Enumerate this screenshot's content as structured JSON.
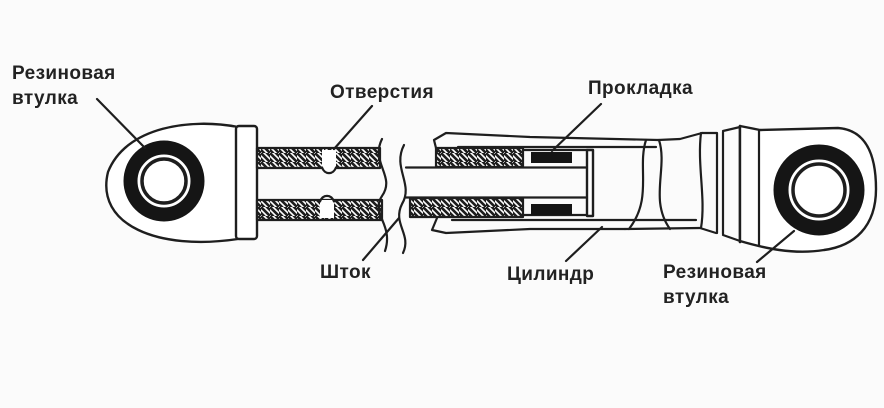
{
  "diagram": {
    "labels": {
      "left_bushing_line1": "Резиновая",
      "left_bushing_line2": "втулка",
      "holes": "Отверстия",
      "gasket": "Прокладка",
      "rod": "Шток",
      "cylinder": "Цилиндр",
      "right_bushing_line1": "Резиновая",
      "right_bushing_line2": "втулка"
    },
    "colors": {
      "line": "#1e1e1e",
      "background": "#fbfbfb",
      "fill_black": "#151515",
      "text": "#222222"
    }
  }
}
